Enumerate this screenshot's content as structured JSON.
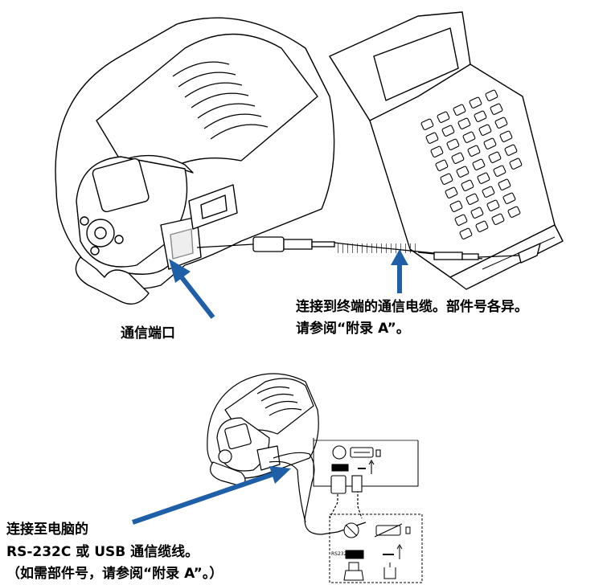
{
  "labels": {
    "comm_port": "通信端口",
    "terminal_cable_line1": "连接到终端的通信电缆。部件号各异。",
    "terminal_cable_line2": "请参阅“附录 A”。",
    "pc_cable_line1": "连接至电脑的",
    "pc_cable_line2": "RS-232C 或 USB 通信缆线。",
    "pc_cable_line3": "（如需部件号，请参阅“附录 A”。）"
  },
  "colors": {
    "arrow": "#1f5fa8",
    "line": "#000000"
  }
}
